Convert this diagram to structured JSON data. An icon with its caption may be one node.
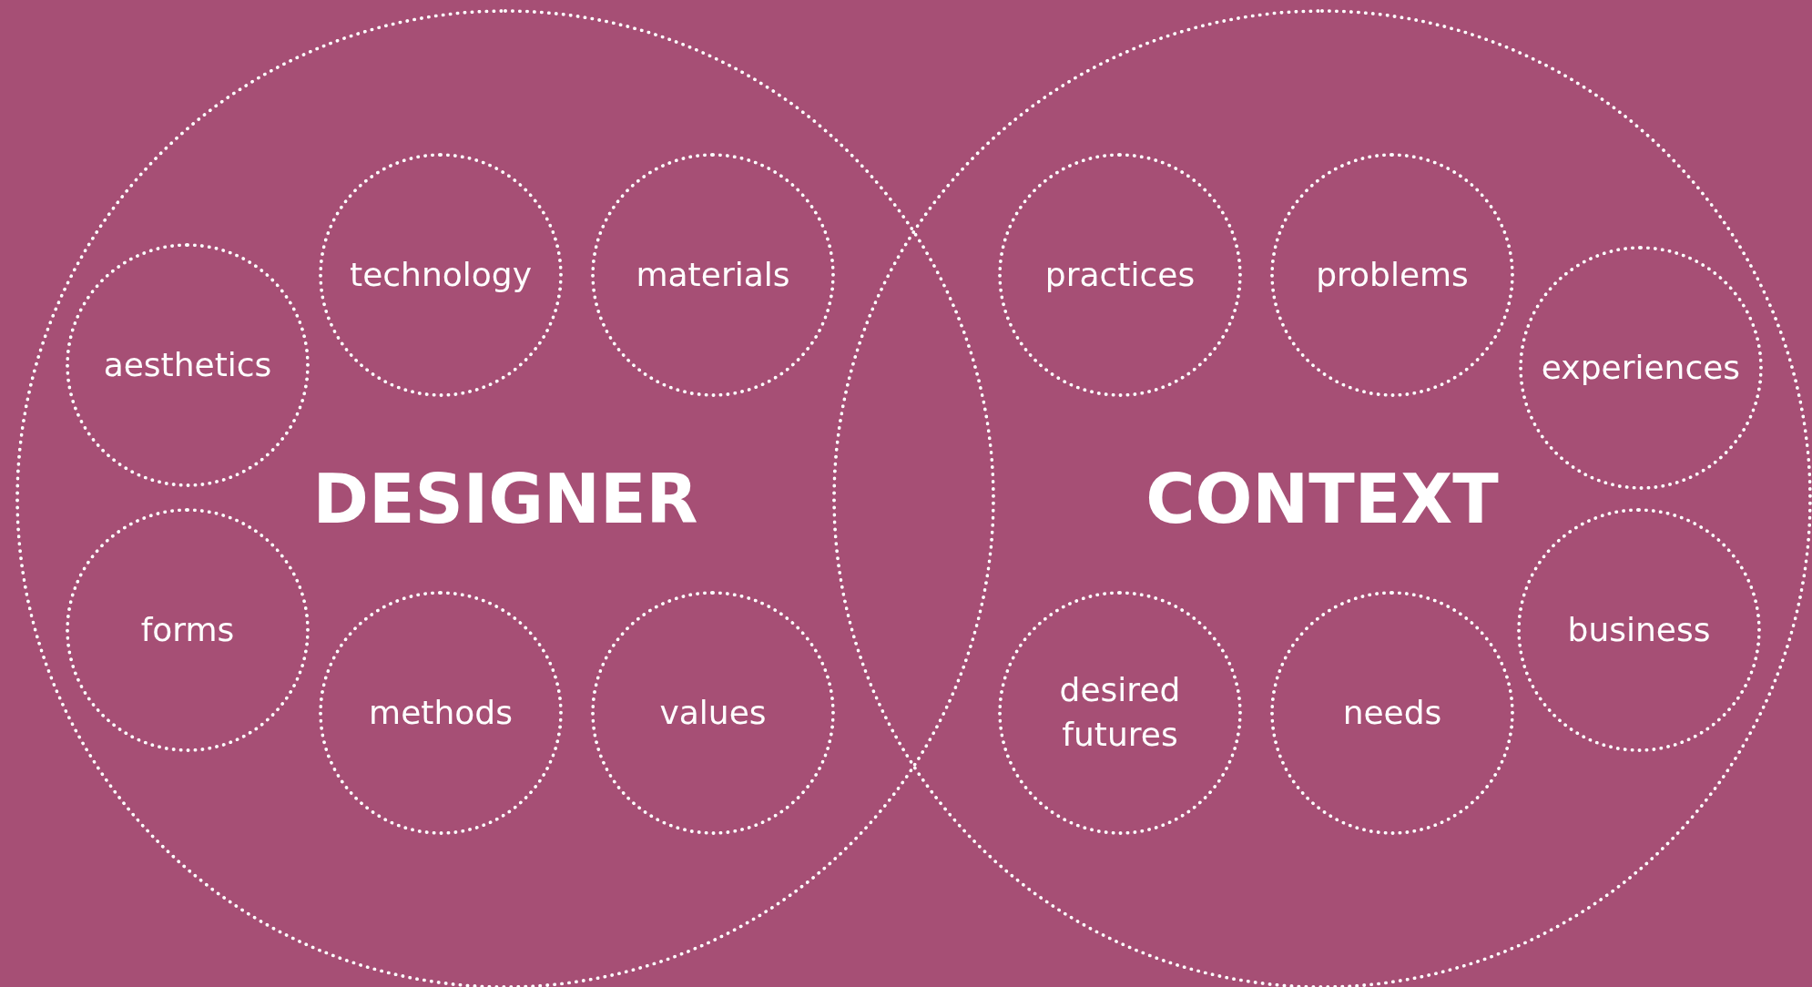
{
  "diagram": {
    "nodes": [
      {
        "text": [
          "DESIGNER"
        ]
      },
      {
        "text": [
          "aesthetics"
        ],
        "in": 0
      },
      {
        "text": [
          "technology"
        ],
        "in": 0
      },
      {
        "text": [
          "materials"
        ],
        "in": 0
      },
      {
        "text": [
          "forms"
        ],
        "in": 0
      },
      {
        "text": [
          "methods"
        ],
        "in": 0
      },
      {
        "text": [
          "values"
        ],
        "in": 0
      },
      {
        "text": [
          "CONTEXT"
        ]
      },
      {
        "text": [
          "practices"
        ],
        "in": 7
      },
      {
        "text": [
          "problems"
        ],
        "in": 7
      },
      {
        "text": [
          "experiences"
        ],
        "in": 7
      },
      {
        "text": [
          "business"
        ],
        "in": 7
      },
      {
        "text": [
          "desired futures"
        ],
        "in": 7
      },
      {
        "text": [
          "needs"
        ],
        "in": 7
      }
    ],
    "edges": []
  }
}
